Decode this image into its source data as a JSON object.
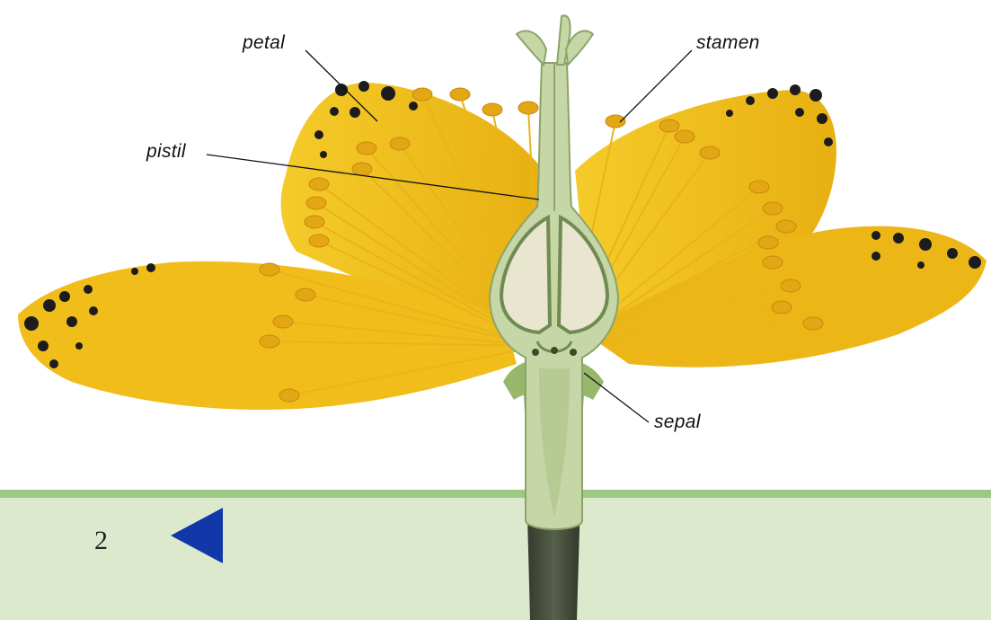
{
  "diagram": {
    "labels": {
      "petal": "petal",
      "stamen": "stamen",
      "pistil": "pistil",
      "sepal": "sepal"
    }
  },
  "footer": {
    "page_number": "2",
    "prev_icon": "back-arrow-icon",
    "band_color": "#dde9cc",
    "rule_color": "#9bc882",
    "arrow_color": "#1237a8"
  },
  "colors": {
    "petal_yellow": "#f2c21e",
    "pistil_green": "#c6d6a6",
    "stem_dark": "#3e4536",
    "spot_black": "#1c1c1c"
  }
}
